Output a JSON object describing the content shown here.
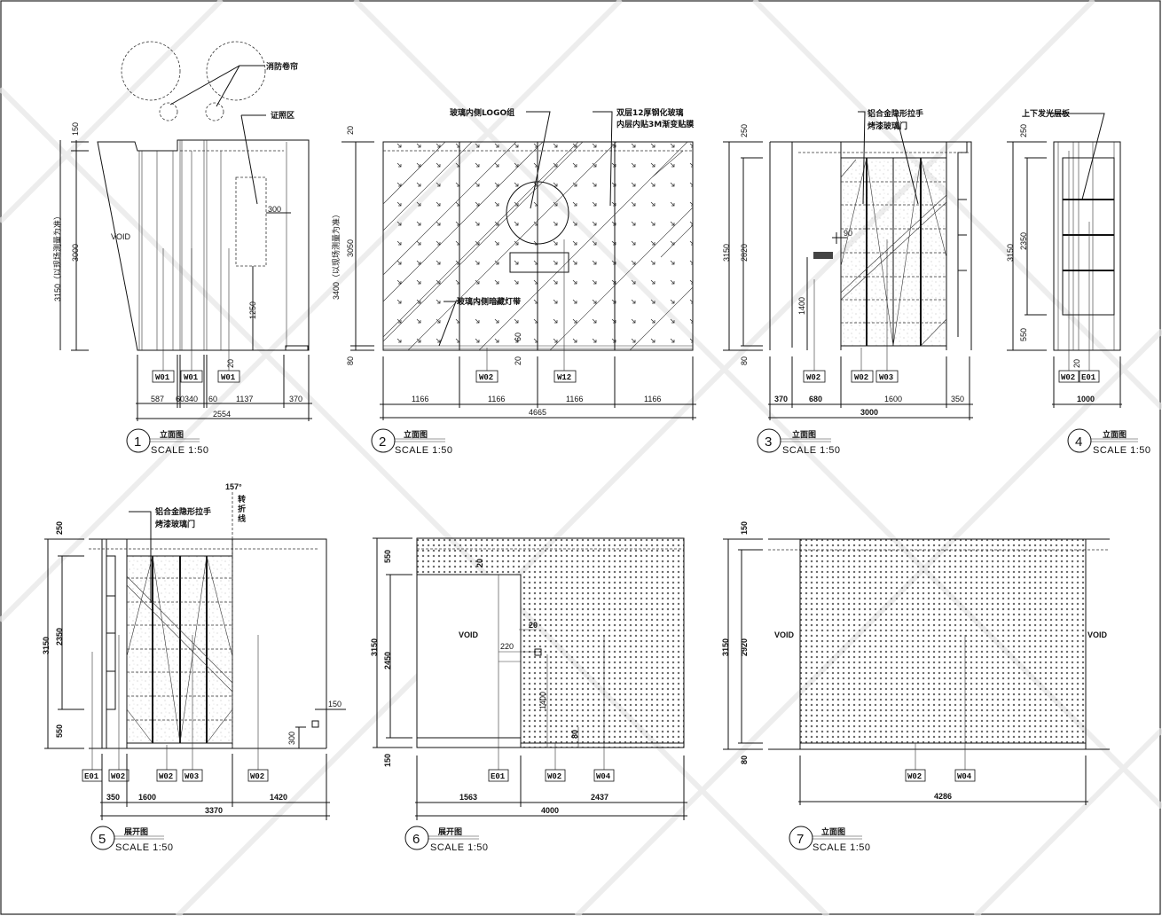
{
  "panels": [
    {
      "number": "1",
      "title": "立面图",
      "scale": "SCALE 1:50",
      "labels": {
        "fire_shutter": "消防卷帘",
        "license_area": "证照区",
        "void": "VOID"
      },
      "vertical_dims": {
        "top": "150",
        "main": "3000",
        "overall": "3150（以现场测量为准）"
      },
      "inner_dims": {
        "offset": "300",
        "height": "1250",
        "gap": "20"
      },
      "tags": [
        "W01",
        "W01",
        "W01"
      ],
      "horizontal_dims": [
        "587",
        "60",
        "340",
        "60",
        "1137",
        "370"
      ],
      "total": "2554"
    },
    {
      "number": "2",
      "title": "立面图",
      "scale": "SCALE 1:50",
      "labels": {
        "logo": "玻璃内侧LOGO组",
        "glass_line1": "双层12厚钢化玻璃",
        "glass_line2": "内层内贴3M渐变贴膜",
        "light_strip": "玻璃内侧暗藏灯带"
      },
      "vertical_dims": {
        "top": "20",
        "main": "3050",
        "overall": "3400（以现场测量为准）",
        "bottom": "80"
      },
      "inner_dims": {
        "a": "60",
        "b": "20"
      },
      "tags": [
        "W02",
        "W12"
      ],
      "horizontal_dims": [
        "1166",
        "1166",
        "1166",
        "1166"
      ],
      "total": "4665"
    },
    {
      "number": "3",
      "title": "立面图",
      "scale": "SCALE 1:50",
      "labels": {
        "handle": "铝合金隐形拉手",
        "door": "烤漆玻璃门"
      },
      "vertical_dims": {
        "overall": "3150",
        "top": "250",
        "main": "2820",
        "bottom": "80",
        "switch_height": "1400",
        "offset": "90"
      },
      "tags": [
        "W02",
        "W02",
        "W03"
      ],
      "horizontal_dims": [
        "370",
        "680",
        "1600",
        "350"
      ],
      "total": "3000"
    },
    {
      "number": "4",
      "title": "立面图",
      "scale": "SCALE 1:50",
      "labels": {
        "shelf": "上下发光层板"
      },
      "vertical_dims": {
        "overall": "3150",
        "top": "250",
        "main": "2350",
        "bottom": "550",
        "gap": "20"
      },
      "tags": [
        "W02",
        "E01"
      ],
      "horizontal_dims": [
        "1000"
      ]
    },
    {
      "number": "5",
      "title": "展开图",
      "scale": "SCALE 1:50",
      "labels": {
        "handle": "铝合金隐形拉手",
        "door": "烤漆玻璃门",
        "angle": "157°",
        "turn_line": "转折线"
      },
      "vertical_dims": {
        "overall": "3150",
        "top": "250",
        "main": "2350",
        "bottom": "550",
        "socket_offset": "150",
        "socket_height": "300"
      },
      "tags": [
        "E01",
        "W02",
        "W02",
        "W03",
        "W02"
      ],
      "horizontal_dims": [
        "350",
        "1600",
        "1420"
      ],
      "total": "3370"
    },
    {
      "number": "6",
      "title": "展开图",
      "scale": "SCALE 1:50",
      "labels": {
        "void": "VOID"
      },
      "vertical_dims": {
        "overall": "3150",
        "top": "550",
        "main": "2450",
        "bottom": "150"
      },
      "inner_dims": {
        "a": "20",
        "b": "20",
        "c": "220",
        "d": "1400",
        "e": "80"
      },
      "tags": [
        "E01",
        "W02",
        "W04"
      ],
      "horizontal_dims": [
        "1563",
        "2437"
      ],
      "total": "4000"
    },
    {
      "number": "7",
      "title": "立面图",
      "scale": "SCALE 1:50",
      "labels": {
        "void_left": "VOID",
        "void_right": "VOID"
      },
      "vertical_dims": {
        "top": "150",
        "overall": "3150",
        "main": "2920",
        "bottom": "80"
      },
      "tags": [
        "W02",
        "W04"
      ],
      "total": "4286"
    }
  ]
}
